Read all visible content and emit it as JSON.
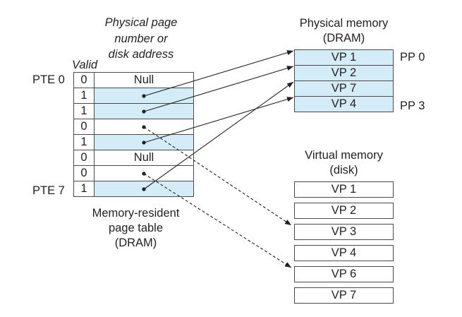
{
  "page_table": {
    "header_ppn": [
      "Physical page",
      "number or",
      "disk address"
    ],
    "header_valid": "Valid",
    "label_first": "PTE 0",
    "label_last": "PTE 7",
    "caption": [
      "Memory-resident",
      "page table",
      "(DRAM)"
    ],
    "rows": [
      {
        "valid": "0",
        "content": "Null",
        "resident": false,
        "pointer": "none"
      },
      {
        "valid": "1",
        "content": "",
        "resident": true,
        "pointer": "PP 0"
      },
      {
        "valid": "1",
        "content": "",
        "resident": true,
        "pointer": "PP 1"
      },
      {
        "valid": "0",
        "content": "",
        "resident": false,
        "pointer": "disk VP 3"
      },
      {
        "valid": "1",
        "content": "",
        "resident": true,
        "pointer": "PP 3"
      },
      {
        "valid": "0",
        "content": "Null",
        "resident": false,
        "pointer": "none"
      },
      {
        "valid": "0",
        "content": "",
        "resident": false,
        "pointer": "disk VP 6"
      },
      {
        "valid": "1",
        "content": "",
        "resident": true,
        "pointer": "PP 2"
      }
    ]
  },
  "physical_memory": {
    "title": [
      "Physical memory",
      "(DRAM)"
    ],
    "pages": [
      "VP 1",
      "VP 2",
      "VP 7",
      "VP 4"
    ],
    "label_first": "PP 0",
    "label_last": "PP 3"
  },
  "virtual_memory": {
    "title": [
      "Virtual memory",
      "(disk)"
    ],
    "pages": [
      "VP 1",
      "VP 2",
      "VP 3",
      "VP 4",
      "VP 6",
      "VP 7"
    ]
  },
  "colors": {
    "resident_fill": "#d3ecf8",
    "line": "#231f20"
  }
}
